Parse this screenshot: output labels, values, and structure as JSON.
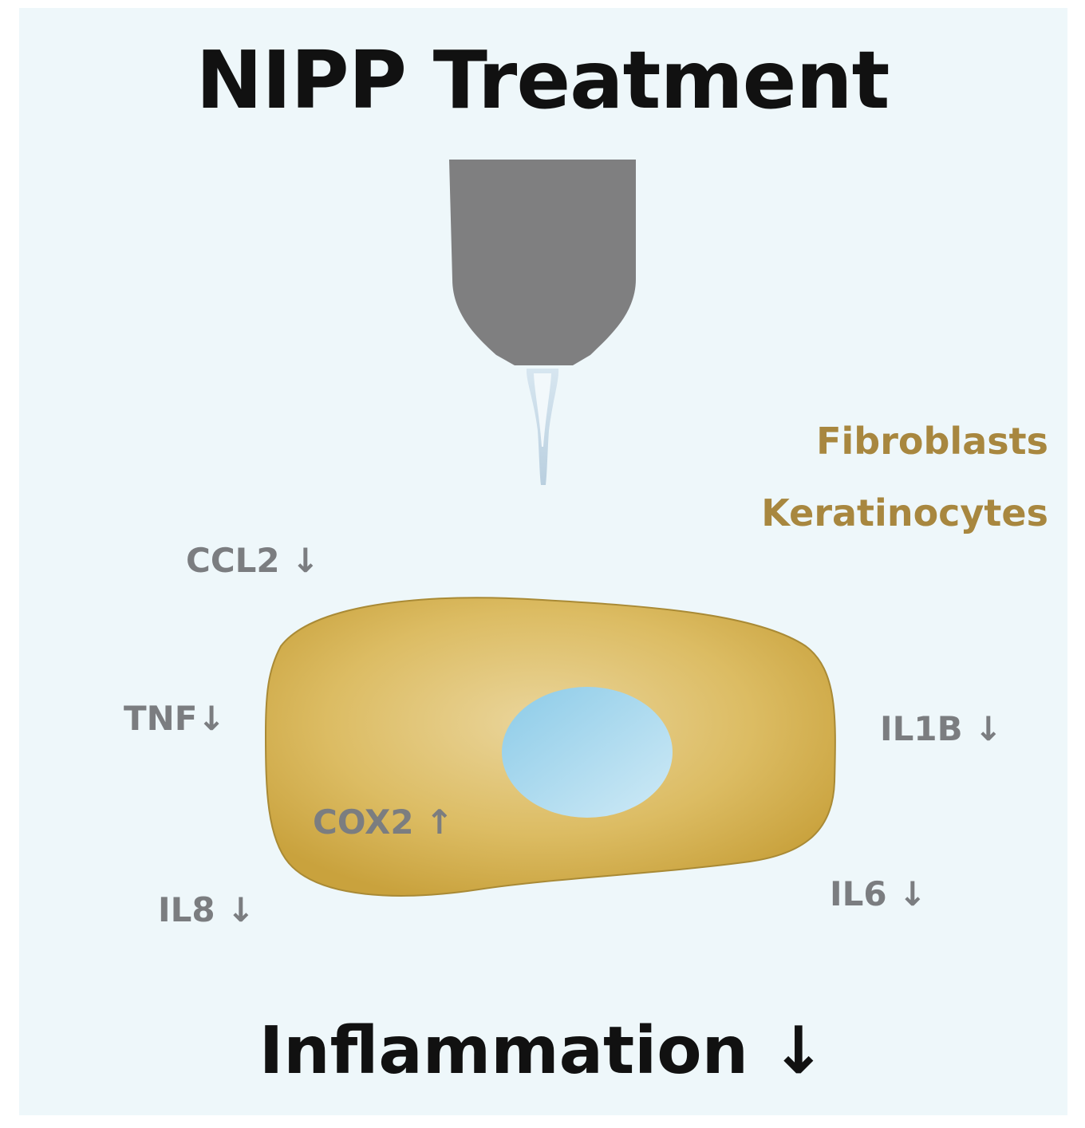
{
  "title": "NIPP Treatment",
  "cell_types": [
    "Fibroblasts",
    "Keratinocytes"
  ],
  "cytokines": {
    "ccl2": "CCL2 ↓",
    "tnf": "TNF↓",
    "il1b": "IL1B ↓",
    "cox2": "COX2 ↑",
    "il8": "IL8 ↓",
    "il6": "IL6 ↓"
  },
  "outcome": "Inflammation ↓",
  "colors": {
    "background": "#eef7fa",
    "device": "#7f7f80",
    "plasma_jet": "#c7d9e6",
    "cell_body": "#d1ad4c",
    "nucleus": "#a6d8ee",
    "cell_label": "#a8873f",
    "cytokine_label": "#7b7d80"
  }
}
